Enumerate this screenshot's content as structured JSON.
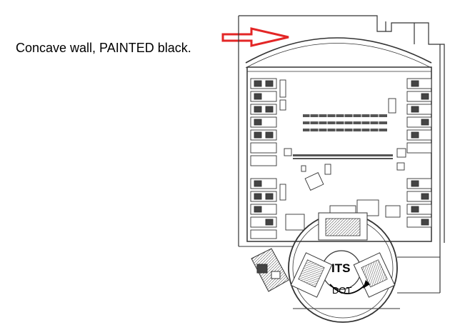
{
  "annotation": {
    "text": "Concave wall, PAINTED black."
  },
  "labels": {
    "its": "ITS",
    "dot": "DOT"
  },
  "colors": {
    "arrow": "#e32626",
    "line": "#333333"
  },
  "icons": {
    "pointer": "right-arrow-icon",
    "rotation": "curved-arrow-icon"
  }
}
